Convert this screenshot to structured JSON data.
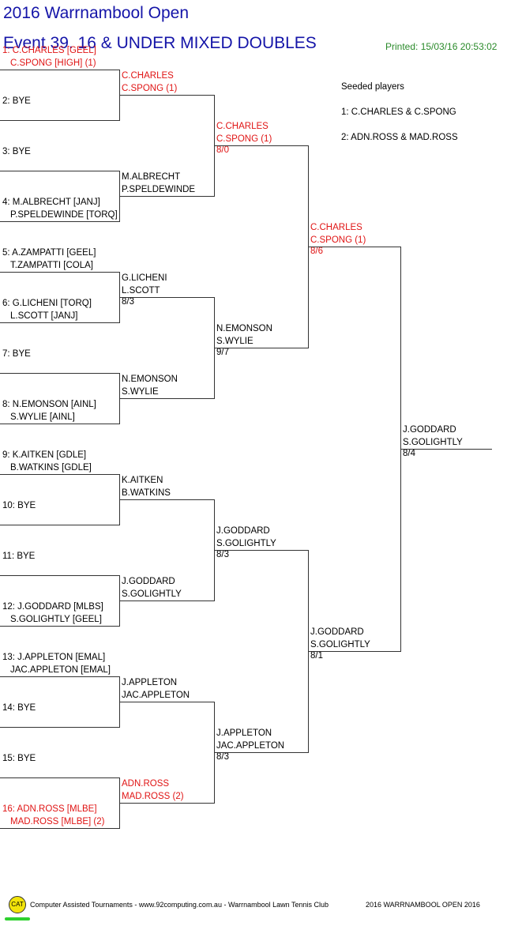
{
  "header": {
    "title": "2016 Warrnambool Open",
    "event": "Event 39. 16 & UNDER MIXED DOUBLES",
    "printed": "Printed: 15/03/16 20:53:02"
  },
  "seeds": {
    "heading": "Seeded players",
    "items": [
      "1: C.CHARLES & C.SPONG",
      "2: ADN.ROSS & MAD.ROSS"
    ]
  },
  "round1": [
    {
      "l1": "1: C.CHARLES [GEEL]",
      "l2": "C.SPONG [HIGH] (1)"
    },
    {
      "l1": "2: BYE",
      "l2": ""
    },
    {
      "l1": "3: BYE",
      "l2": ""
    },
    {
      "l1": "4: M.ALBRECHT [JANJ]",
      "l2": "P.SPELDEWINDE [TORQ]"
    },
    {
      "l1": "5: A.ZAMPATTI [GEEL]",
      "l2": "T.ZAMPATTI [COLA]"
    },
    {
      "l1": "6: G.LICHENI [TORQ]",
      "l2": "L.SCOTT [JANJ]"
    },
    {
      "l1": "7: BYE",
      "l2": ""
    },
    {
      "l1": "8: N.EMONSON [AINL]",
      "l2": "S.WYLIE [AINL]"
    },
    {
      "l1": "9: K.AITKEN [GDLE]",
      "l2": "B.WATKINS [GDLE]"
    },
    {
      "l1": "10: BYE",
      "l2": ""
    },
    {
      "l1": "11: BYE",
      "l2": ""
    },
    {
      "l1": "12: J.GODDARD [MLBS]",
      "l2": "S.GOLIGHTLY [GEEL]"
    },
    {
      "l1": "13: J.APPLETON [EMAL]",
      "l2": "JAC.APPLETON [EMAL]"
    },
    {
      "l1": "14: BYE",
      "l2": ""
    },
    {
      "l1": "15: BYE",
      "l2": ""
    },
    {
      "l1": "16: ADN.ROSS [MLBE]",
      "l2": "MAD.ROSS [MLBE] (2)"
    }
  ],
  "round2": [
    {
      "l1": "C.CHARLES",
      "l2": "C.SPONG (1)",
      "score": ""
    },
    {
      "l1": "M.ALBRECHT",
      "l2": "P.SPELDEWINDE",
      "score": ""
    },
    {
      "l1": "G.LICHENI",
      "l2": "L.SCOTT",
      "score": "8/3"
    },
    {
      "l1": "N.EMONSON",
      "l2": "S.WYLIE",
      "score": ""
    },
    {
      "l1": "K.AITKEN",
      "l2": "B.WATKINS",
      "score": ""
    },
    {
      "l1": "J.GODDARD",
      "l2": "S.GOLIGHTLY",
      "score": ""
    },
    {
      "l1": "J.APPLETON",
      "l2": "JAC.APPLETON",
      "score": ""
    },
    {
      "l1": "ADN.ROSS",
      "l2": "MAD.ROSS (2)",
      "score": ""
    }
  ],
  "quarterfinals": [
    {
      "l1": "C.CHARLES",
      "l2": "C.SPONG (1)",
      "score": "8/0"
    },
    {
      "l1": "N.EMONSON",
      "l2": "S.WYLIE",
      "score": "9/7"
    },
    {
      "l1": "J.GODDARD",
      "l2": "S.GOLIGHTLY",
      "score": "8/3"
    },
    {
      "l1": "J.APPLETON",
      "l2": "JAC.APPLETON",
      "score": "8/3"
    }
  ],
  "semifinals": [
    {
      "l1": "C.CHARLES",
      "l2": "C.SPONG (1)",
      "score": "8/6"
    },
    {
      "l1": "J.GODDARD",
      "l2": "S.GOLIGHTLY",
      "score": "8/1"
    }
  ],
  "final": {
    "l1": "J.GODDARD",
    "l2": "S.GOLIGHTLY",
    "score": "8/4"
  },
  "footer": {
    "logo": "CAT",
    "left": "Computer Assisted Tournaments - www.92computing.com.au -  Warrnambool Lawn Tennis Club",
    "right": "2016 WARRNAMBOOL OPEN 2016"
  },
  "colors": {
    "title": "#1414a8",
    "printed": "#2a8a2a",
    "seeded": "#e01414"
  }
}
